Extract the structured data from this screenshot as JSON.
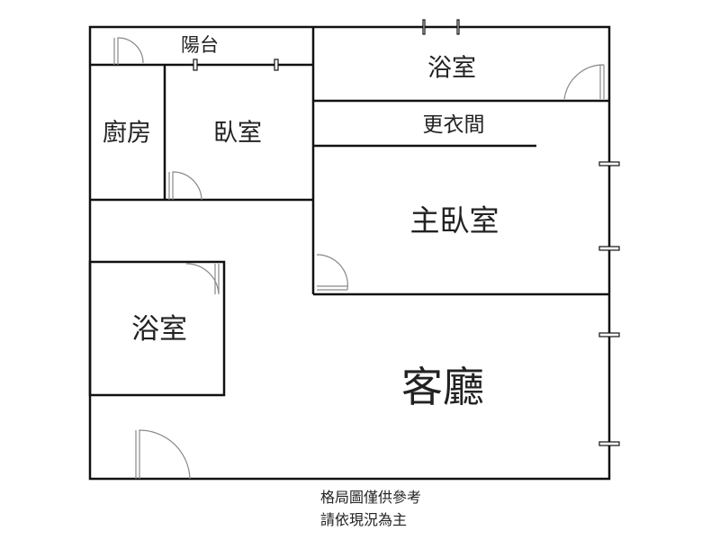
{
  "rooms": {
    "balcony": "陽台",
    "bathroom_top": "浴室",
    "walk_in_closet": "更衣間",
    "kitchen": "廚房",
    "bedroom": "臥室",
    "master_bedroom": "主臥室",
    "bathroom_left": "浴室",
    "living_room": "客廳"
  },
  "notes": {
    "line1": "格局圖僅供參考",
    "line2": "請依現況為主"
  }
}
